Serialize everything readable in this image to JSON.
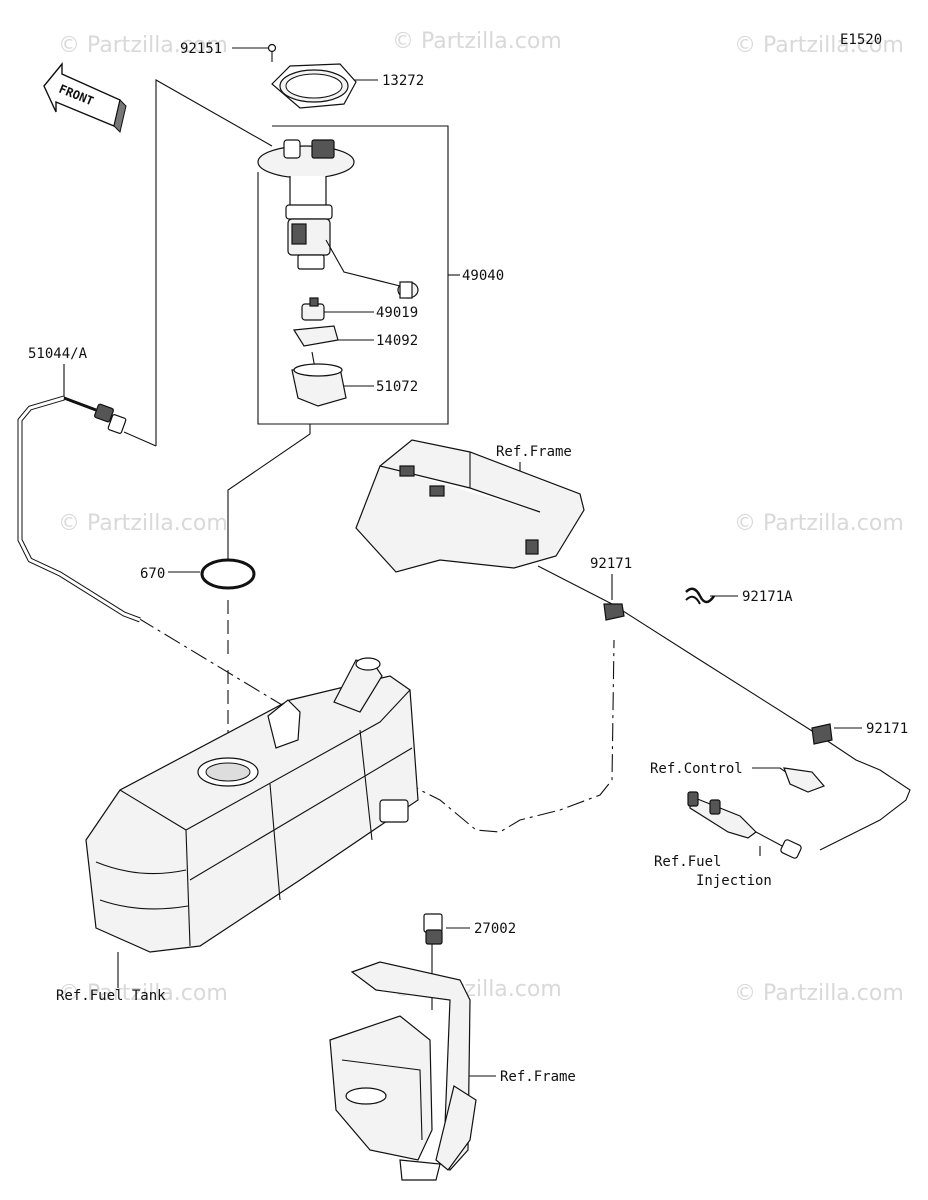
{
  "diagram": {
    "code": "E1520",
    "front_label": "FRONT",
    "watermark": "© Partzilla.com",
    "labels": {
      "p92151": "92151",
      "p13272": "13272",
      "p49040": "49040",
      "p49019": "49019",
      "p14092": "14092",
      "p51072": "51072",
      "p51044A": "51044/A",
      "p670": "670",
      "refFrame1": "Ref.Frame",
      "p92171a": "92171",
      "p92171A": "92171A",
      "p92171b": "92171",
      "refControl": "Ref.Control",
      "refFuelInj1": "Ref.Fuel",
      "refFuelInj2": "Injection",
      "refFuelTank": "Ref.Fuel Tank",
      "p27002": "27002",
      "refFrame2": "Ref.Frame"
    }
  }
}
